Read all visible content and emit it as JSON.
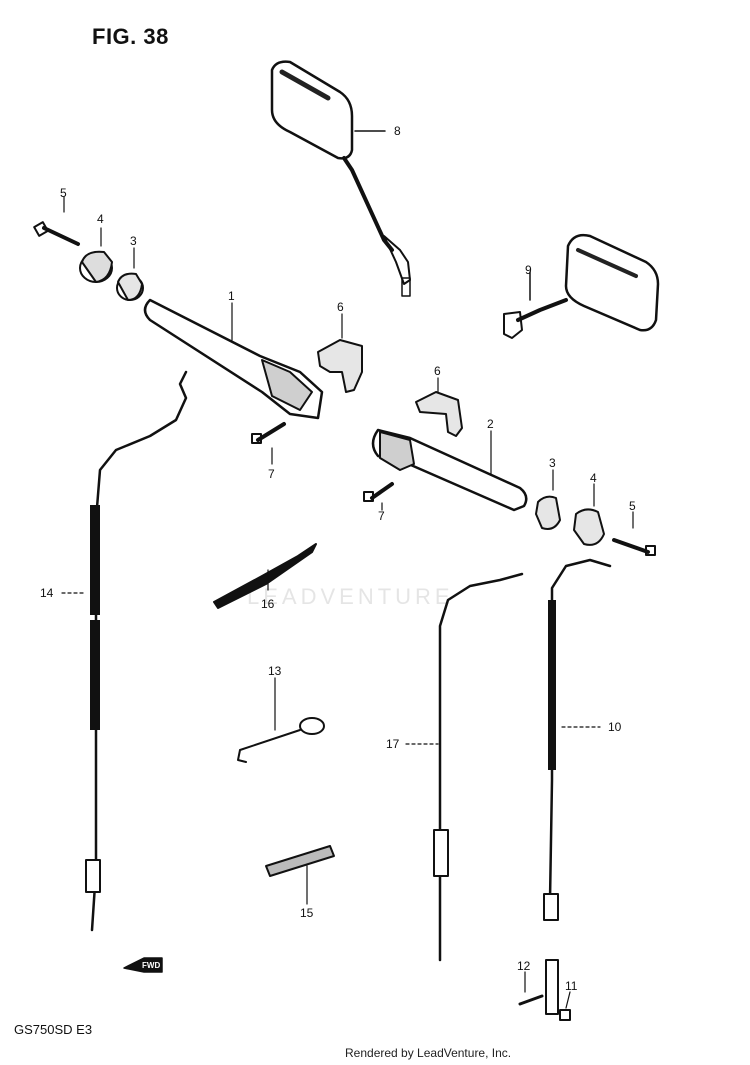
{
  "figure": {
    "title": "FIG. 38",
    "model": "GS750SD E3",
    "credit": "Rendered by LeadVenture, Inc.",
    "watermark": "LEADVENTURE",
    "fwd_label": "FWD"
  },
  "callouts": {
    "c1": "1",
    "c2": "2",
    "c3a": "3",
    "c3b": "3",
    "c4a": "4",
    "c4b": "4",
    "c5a": "5",
    "c5b": "5",
    "c6a": "6",
    "c6b": "6",
    "c7a": "7",
    "c7b": "7",
    "c8": "8",
    "c9": "9",
    "c10": "10",
    "c11": "11",
    "c12": "12",
    "c13": "13",
    "c14": "14",
    "c15": "15",
    "c16": "16",
    "c17": "17"
  },
  "colors": {
    "ink": "#111111",
    "paper": "#ffffff"
  }
}
